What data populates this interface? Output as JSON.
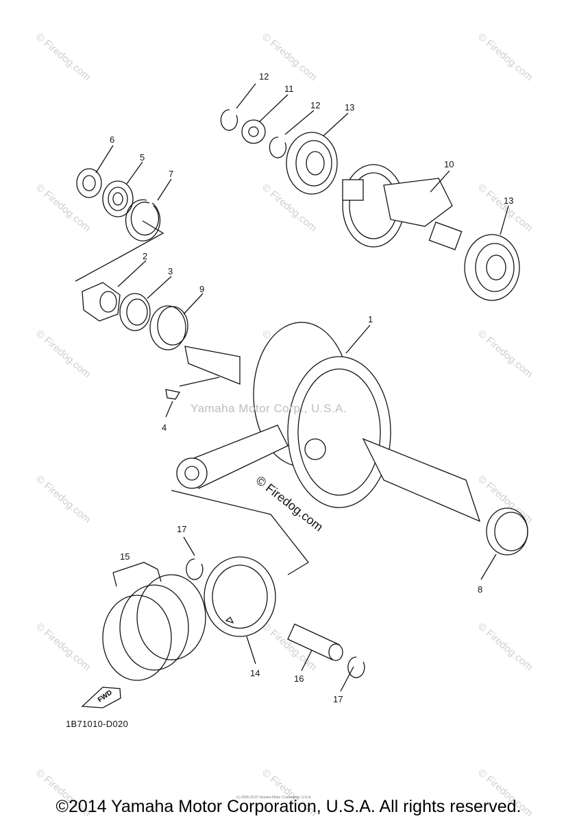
{
  "drawing_code": "1B71010-D020",
  "watermark_center": "Yamaha Motor Corp., U.S.A.",
  "watermark_logo": "© Firedog.com",
  "watermark_tile": "© Firedog.com",
  "fwd_label": "FWD",
  "copyright": "©2014 Yamaha Motor Corporation, U.S.A. All rights reserved.",
  "fine_print": "(c) 2005-2015 Yamaha Motor Corporation, U.S.A.",
  "callouts": {
    "c1": "1",
    "c2": "2",
    "c3": "3",
    "c4": "4",
    "c5": "5",
    "c6": "6",
    "c7": "7",
    "c8": "8",
    "c9": "9",
    "c10": "10",
    "c11": "11",
    "c12a": "12",
    "c12b": "12",
    "c13a": "13",
    "c13b": "13",
    "c14": "14",
    "c15": "15",
    "c16": "16",
    "c17a": "17",
    "c17b": "17"
  }
}
